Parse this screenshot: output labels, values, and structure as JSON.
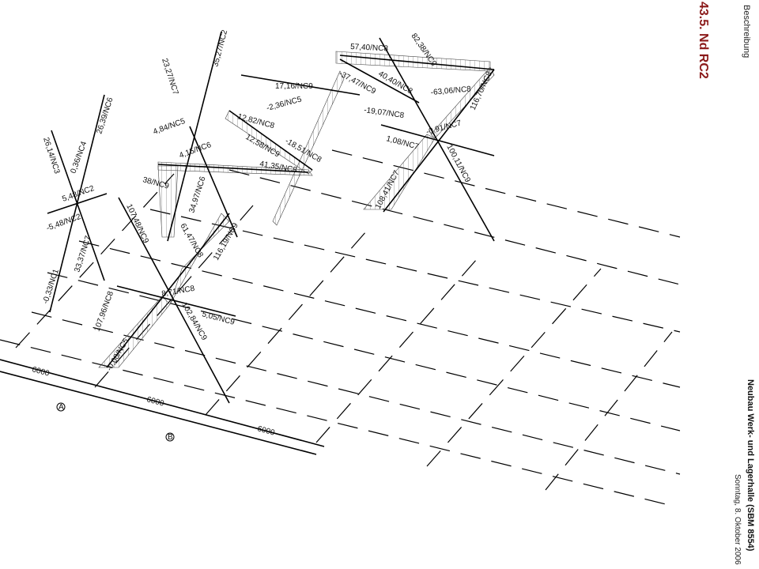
{
  "header": {
    "section": "Beschreibung",
    "title": "43.5. Nd RC2"
  },
  "footer": {
    "project": "Neubau Werk- und Lagerhalle (SBM 8554)",
    "date": "Sonntag, 8. Oktober 2006"
  },
  "axes": [
    "A",
    "B"
  ],
  "dimensions": [
    "6000",
    "6000",
    "6000"
  ],
  "labels": [
    "26,14/NC3",
    "26,39/NC6",
    "0,36/NC4",
    "5,48/NC2",
    "-5,48/NC2",
    "33,37/NC7",
    "-0,33/NC1",
    "23,27/NC7",
    "35,27/NC2",
    "4,84/NC5",
    "4,15/NC6",
    "34,97/NC6",
    "38/NC9",
    "61,47/NC8",
    "116,19/NC9",
    "107,48/NC9",
    "8,71/NC8",
    "5,05/NC9",
    "107,96/NC8",
    "102,84/NC9",
    "-0,08/NC5",
    "17,16/NC9",
    "-2,36/NC5",
    "12,82/NC8",
    "12,58/NC9",
    "-18,51/NC8",
    "41,35/NC8",
    "57,40/NC8",
    "82,38/NC9",
    "40,40/NC8",
    "-37,47/NC9",
    "-19,07/NC8",
    "-63,06/NC8",
    "116,70/NC8",
    "1,08/NC7",
    "-0,91/NC7",
    "108,41/NC7",
    "100,11/NC9"
  ]
}
